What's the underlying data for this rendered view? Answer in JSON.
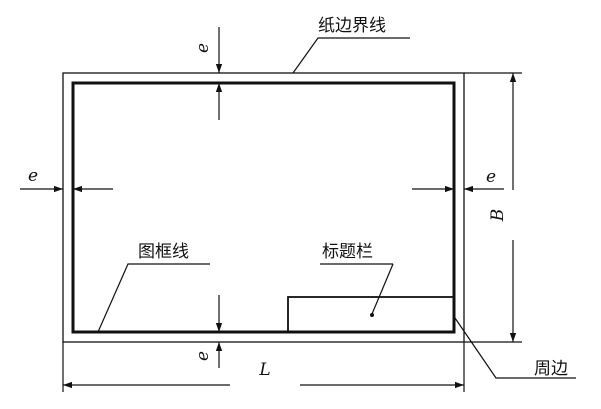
{
  "labels": {
    "paper_edge_line": "纸边界线",
    "frame_line": "图框线",
    "title_block": "标题栏",
    "margin": "周边",
    "e_top": "e",
    "e_left": "e",
    "e_right": "e",
    "e_bottom": "e",
    "width_L": "L",
    "height_B": "B"
  }
}
